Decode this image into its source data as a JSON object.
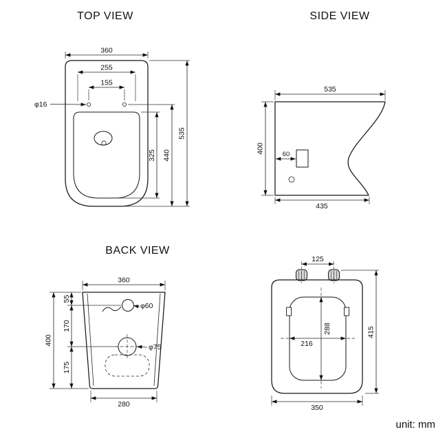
{
  "ink_color": "#111111",
  "unit_label": "unit: mm",
  "top_view": {
    "title": "TOP VIEW",
    "dim_width_overall": "360",
    "dim_width_mid": "255",
    "dim_width_holes": "155",
    "dim_hole_diameter": "φ16",
    "dim_depth_inner": "325",
    "dim_depth_mid": "440",
    "dim_depth_overall": "535"
  },
  "side_view": {
    "title": "SIDE VIEW",
    "dim_depth_top": "535",
    "dim_height": "400",
    "dim_outlet_offset": "60",
    "dim_depth_bottom": "435"
  },
  "back_view": {
    "title": "BACK VIEW",
    "dim_width_top": "360",
    "dim_top_to_inlet": "55",
    "dim_inlet_to_outlet": "170",
    "dim_outlet_to_bottom": "175",
    "dim_height": "400",
    "dim_inlet_diameter": "φ60",
    "dim_outlet_diameter": "φ75",
    "dim_width_bottom": "280"
  },
  "seat_view": {
    "dim_hinge_spacing": "125",
    "dim_inner_depth": "288",
    "dim_inner_width": "216",
    "dim_depth_overall": "415",
    "dim_width_overall": "350"
  }
}
